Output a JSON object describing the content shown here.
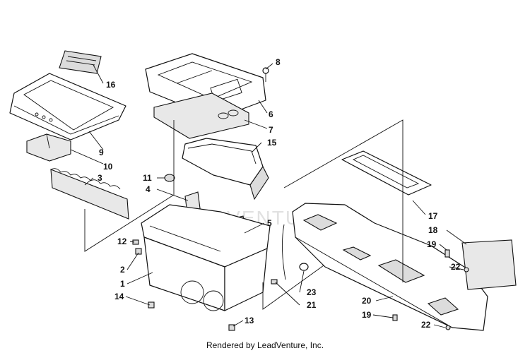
{
  "diagram": {
    "footer": "Rendered by LeadVenture, Inc.",
    "watermark": "LEADVENTURE",
    "callouts": {
      "c1": "1",
      "c2": "2",
      "c3": "3",
      "c4": "4",
      "c5": "5",
      "c6": "6",
      "c7": "7",
      "c8": "8",
      "c9": "9",
      "c10": "10",
      "c11": "11",
      "c12": "12",
      "c13": "13",
      "c14": "14",
      "c15": "15",
      "c16": "16",
      "c17": "17",
      "c18": "18",
      "c19a": "19",
      "c19b": "19",
      "c20": "20",
      "c21": "21",
      "c22a": "22",
      "c22b": "22",
      "c23": "23"
    }
  }
}
